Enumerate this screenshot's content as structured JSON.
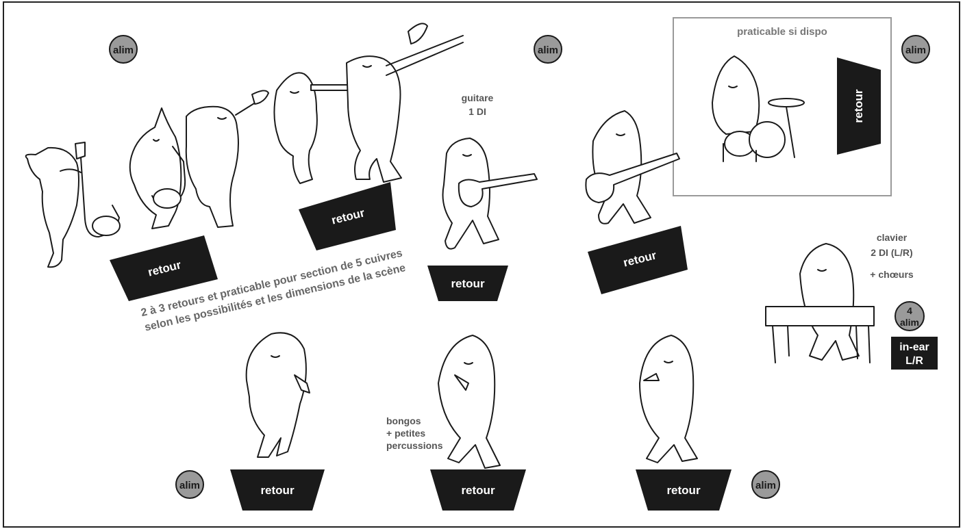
{
  "monitors": [
    {
      "id": "ret-brass-left",
      "label": "retour"
    },
    {
      "id": "ret-brass-right",
      "label": "retour"
    },
    {
      "id": "ret-guitar",
      "label": "retour"
    },
    {
      "id": "ret-bass",
      "label": "retour"
    },
    {
      "id": "ret-drums",
      "label": "retour"
    },
    {
      "id": "ret-vocal-left",
      "label": "retour"
    },
    {
      "id": "ret-vocal-center",
      "label": "retour"
    },
    {
      "id": "ret-vocal-right",
      "label": "retour"
    }
  ],
  "power": {
    "label": "alim",
    "four_label_num": "4",
    "four_label_text": "alim"
  },
  "riser_label": "praticable si dispo",
  "guitar_label": [
    "guitare",
    "1 DI"
  ],
  "keyboard_label": [
    "clavier",
    "2 DI (L/R)",
    "+ chœurs"
  ],
  "in_ear_label": [
    "in-ear",
    "L/R"
  ],
  "brass_note": [
    "2 à 3 retours et praticable pour section de 5 cuivres",
    "selon les possibilités et les dimensions de la scène"
  ],
  "percussion_label": [
    "bongos",
    "+ petites",
    "percussions"
  ]
}
